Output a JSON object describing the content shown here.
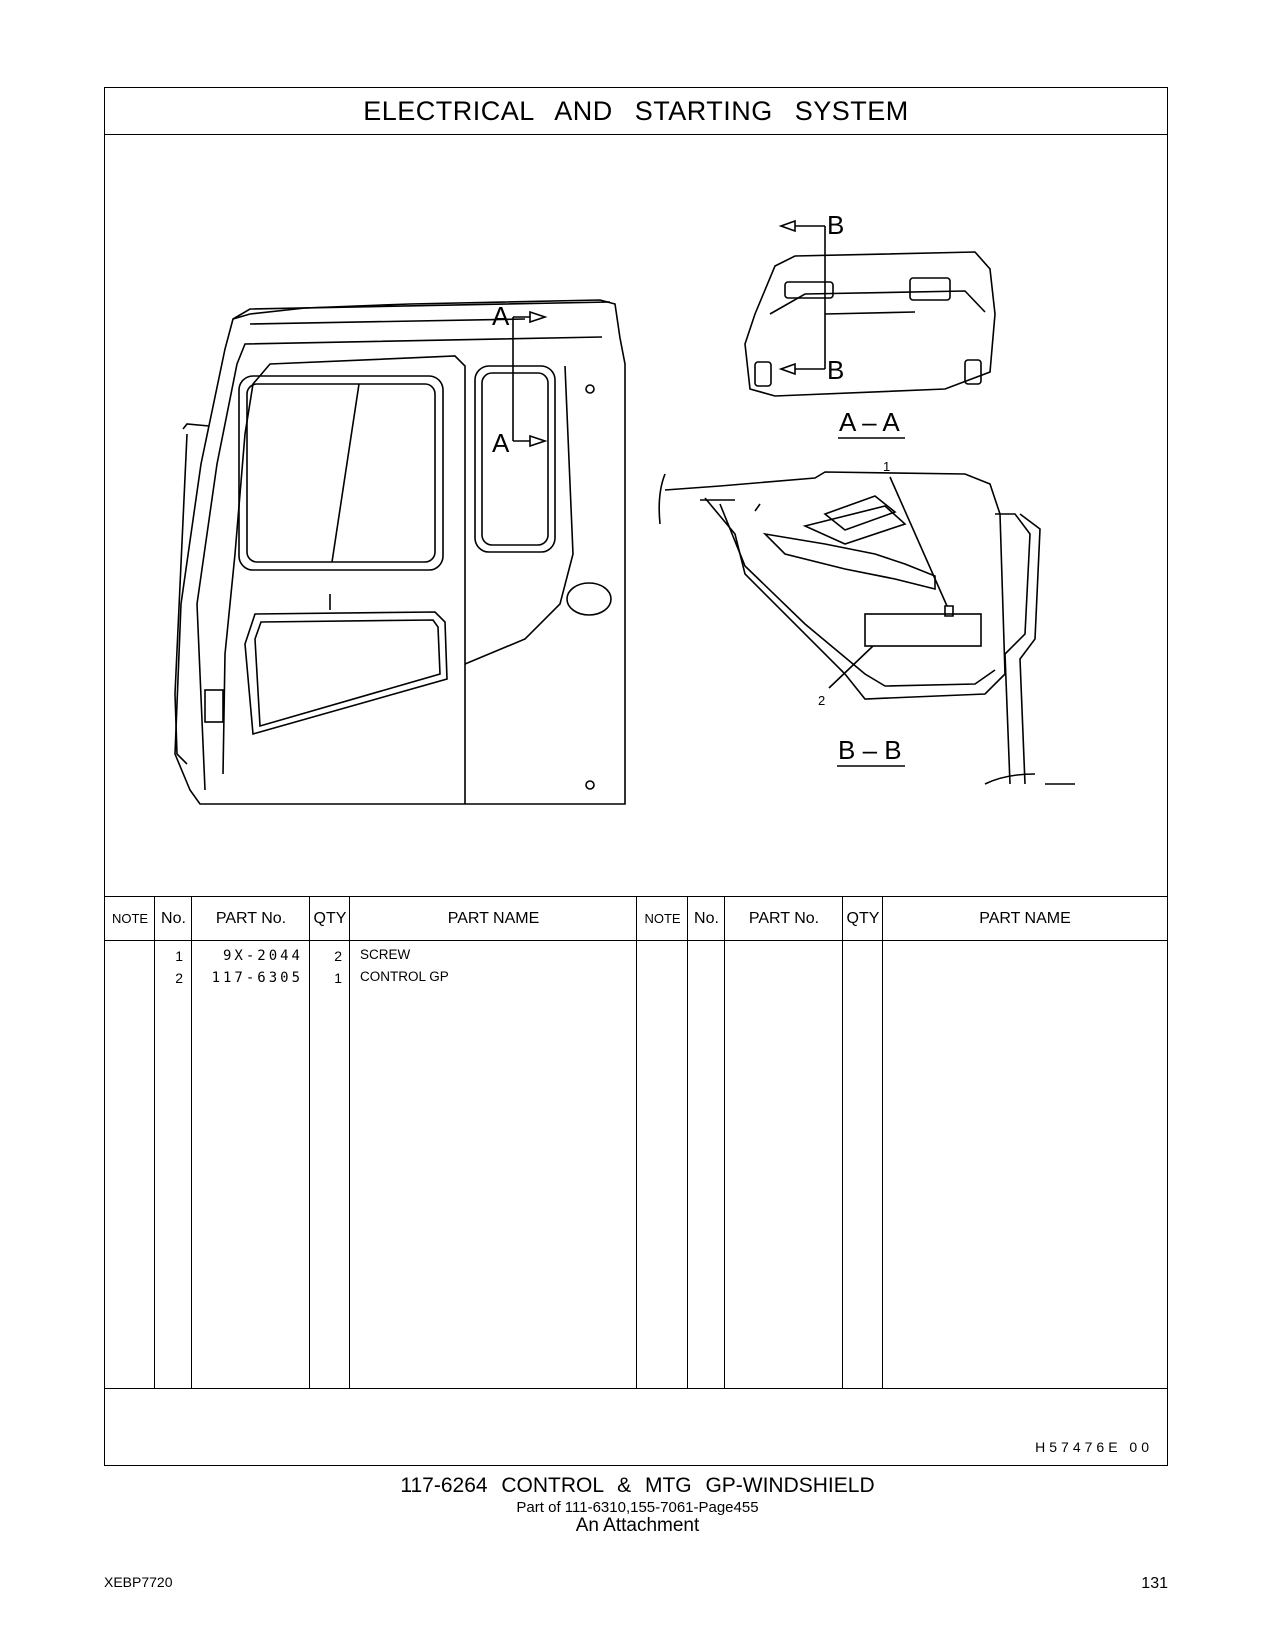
{
  "header": {
    "title": "ELECTRICAL AND STARTING SYSTEM"
  },
  "illustration": {
    "labels": {
      "section_a": "A",
      "section_b": "B",
      "view_aa": "A – A",
      "view_bb": "B – B",
      "callout_1": "1",
      "callout_2": "2"
    }
  },
  "table": {
    "headers": {
      "note": "NOTE",
      "no": "No.",
      "part_no": "PART No.",
      "qty": "QTY",
      "part_name": "PART NAME"
    },
    "rows": [
      {
        "no": "1",
        "part_no": "9X-2044",
        "qty": "2",
        "part_name": "SCREW"
      },
      {
        "no": "2",
        "part_no": "117-6305",
        "qty": "1",
        "part_name": "CONTROL GP"
      }
    ]
  },
  "doc_ref": "H57476E 00",
  "caption": {
    "main": "117-6264 CONTROL & MTG GP-WINDSHIELD",
    "part_of": "Part of 111-6310,155-7061-Page455",
    "attachment": "An Attachment"
  },
  "footer": {
    "publication": "XEBP7720",
    "page_number": "131"
  }
}
